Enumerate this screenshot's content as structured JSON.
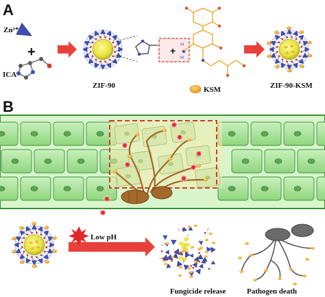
{
  "panel_a": {
    "letter": "A",
    "zn_label": "Zn²⁺",
    "plus": "+",
    "ica_label": "ICA",
    "zif90_label": "ZIF-90",
    "ksm_label": "KSM",
    "product_label": "ZIF-90-KSM",
    "amine_h": "H"
  },
  "panel_b": {
    "letter": "B",
    "low_ph_label": "Low pH",
    "release_label": "Fungicide release",
    "death_label": "Pathogen death"
  },
  "colors": {
    "cell_fill": "#a9e39a",
    "cell_stroke": "#3f8f3a",
    "core_yellow": "#e6e33a",
    "zn_blue": "#3f4fb8",
    "ksm_orange": "#f2a51a",
    "arrow_red": "#e8413c",
    "fungus_brown": "#a36a2c"
  }
}
